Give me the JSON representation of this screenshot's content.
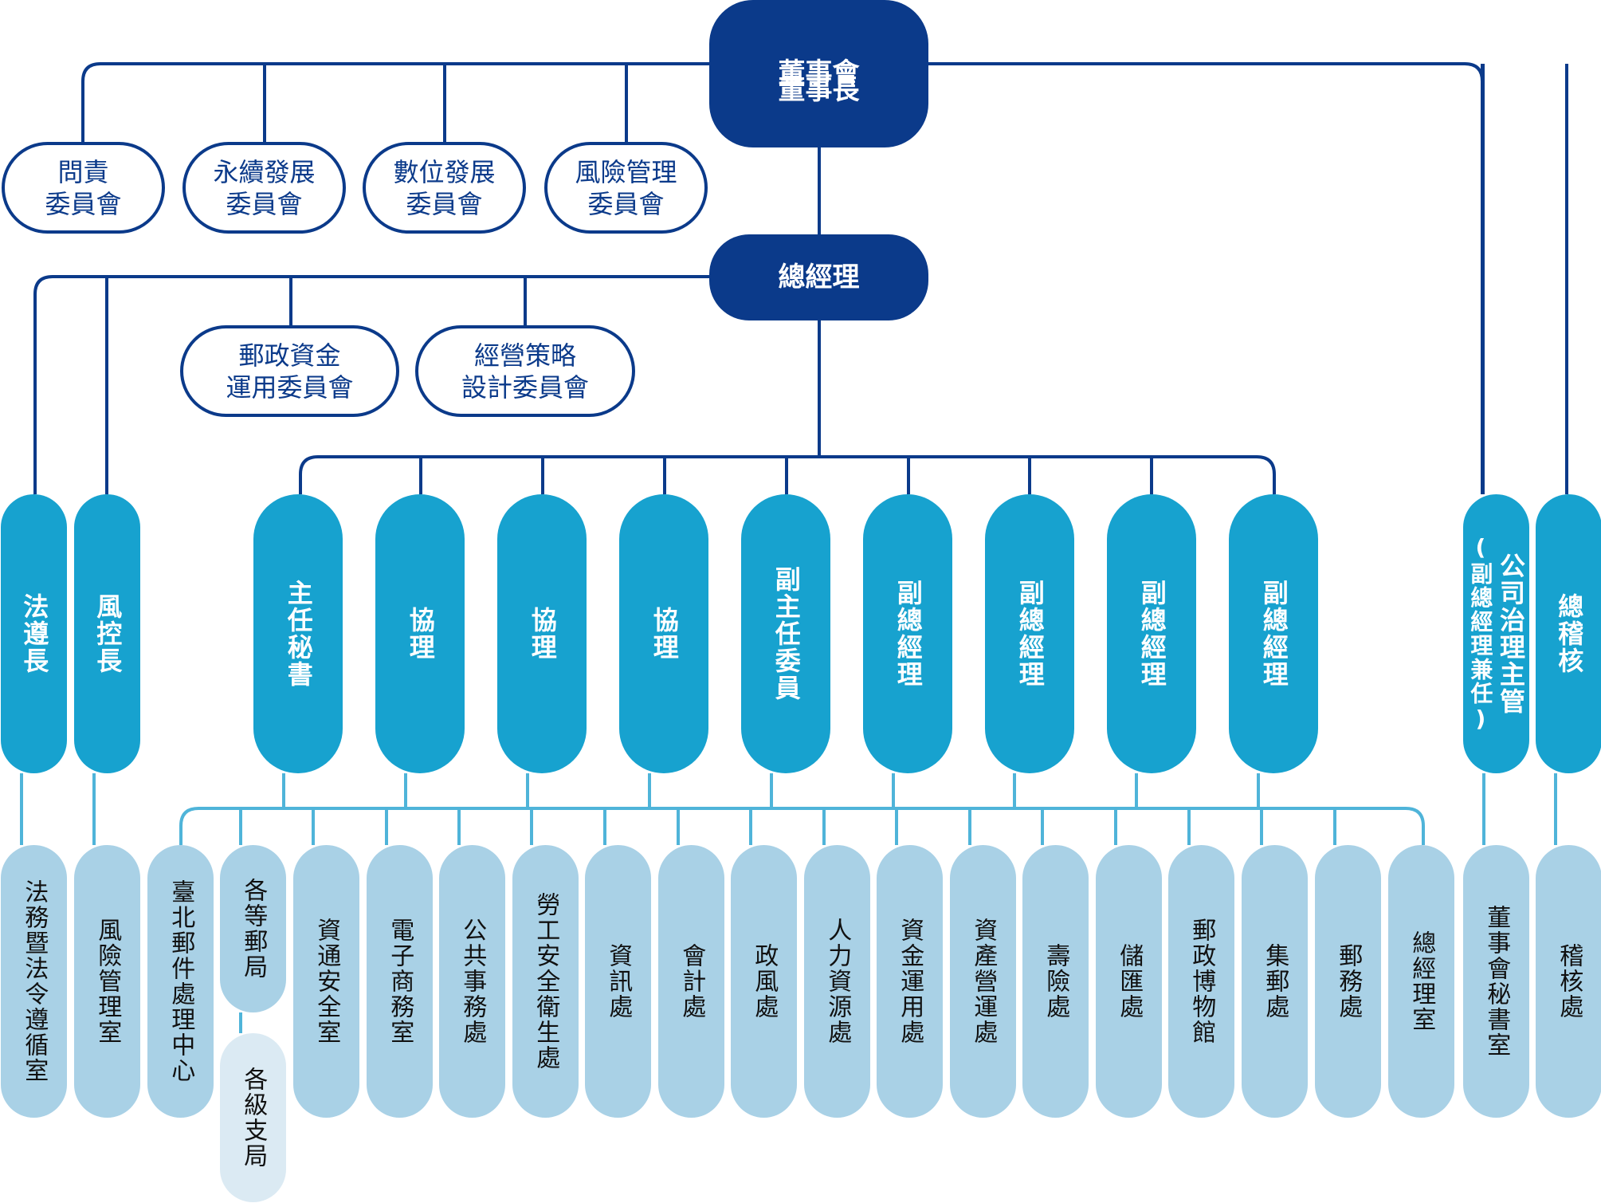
{
  "board": {
    "line1": "董事會",
    "line2": "董事長"
  },
  "committees_board": [
    "問責\n委員會",
    "永續發展\n委員會",
    "數位發展\n委員會",
    "風險管理\n委員會"
  ],
  "gm": "總經理",
  "committees_gm": [
    "郵政資金\n運用委員會",
    "經營策略\n設計委員會"
  ],
  "legal_chief": "法遵長",
  "risk_chief": "風控長",
  "executives": [
    "主任秘書",
    "協理",
    "協理",
    "協理",
    "副主任委員",
    "副總經理",
    "副總經理",
    "副總經理",
    "副總經理"
  ],
  "governance_head": "公司治理主管",
  "governance_note": "(副總經理兼任)",
  "chief_auditor": "總稽核",
  "units": {
    "legal_office": "法務暨法令遵循室",
    "risk_office": "風險管理室",
    "taipei_center": "臺北郵件處理中心",
    "post_offices": "各等郵局",
    "branch_offices": "各級支局",
    "depts": [
      "資通安全室",
      "電子商務室",
      "公共事務處",
      "勞工安全衛生處",
      "資訊處",
      "會計處",
      "政風處",
      "人力資源處",
      "資金運用處",
      "資產營運處",
      "壽險處",
      "儲匯處",
      "郵政博物館",
      "集郵處",
      "郵務處",
      "總經理室"
    ],
    "board_secretariat": "董事會秘書室",
    "audit_dept": "稽核處"
  },
  "colors": {
    "dark_navy": "#0b3a8a",
    "executive_cyan": "#17a2cf",
    "unit_light_blue": "#a9d1e6",
    "unit_pale": "#dbeaf3"
  }
}
